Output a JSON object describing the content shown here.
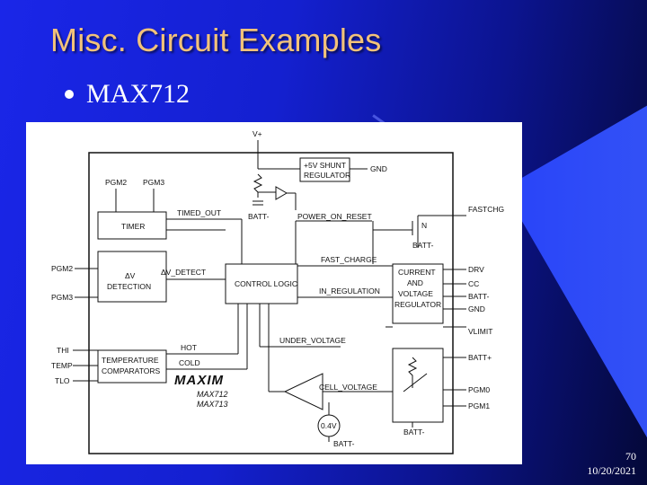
{
  "slide": {
    "title": "Misc. Circuit Examples",
    "bullet": "MAX712",
    "page_number": "70",
    "date": "10/20/2021"
  },
  "diagram": {
    "labels": {
      "vplus": "V+",
      "shunt1": "+5V SHUNT",
      "shunt2": "REGULATOR",
      "gnd_top": "GND",
      "pgm2_in": "PGM2",
      "pgm3_in": "PGM3",
      "timer": "TIMER",
      "timed_out": "TIMED_OUT",
      "batt_minus_a": "BATT-",
      "power_on_reset": "POWER_ON_RESET",
      "n_fet": "N",
      "batt_minus_b": "BATT-",
      "fastchg": "FASTCHG",
      "pgm2_left": "PGM2",
      "pgm3_left": "PGM3",
      "dv1": "ΔV",
      "dv2": "DETECTION",
      "dv_detect": "ΔV_DETECT",
      "control_logic": "CONTROL LOGIC",
      "fast_charge": "FAST_CHARGE",
      "in_regulation": "IN_REGULATION",
      "cv1": "CURRENT",
      "cv2": "AND",
      "cv3": "VOLTAGE",
      "cv4": "REGULATOR",
      "drv": "DRV",
      "cc": "CC",
      "batt_minus_right": "BATT-",
      "gnd_right": "GND",
      "vlimit": "VLIMIT",
      "under_voltage": "UNDER_VOLTAGE",
      "thi": "THI",
      "temp": "TEMP",
      "tlo": "TLO",
      "tc1": "TEMPERATURE",
      "tc2": "COMPARATORS",
      "hot": "HOT",
      "cold": "COLD",
      "brand": "MAXIM",
      "part1": "MAX712",
      "part2": "MAX713",
      "cell_voltage": "CELL_VOLTAGE",
      "vref": "0.4V",
      "batt_minus_bottom": "BATT-",
      "batt_plus": "BATT+",
      "pgm0": "PGM0",
      "pgm1": "PGM1",
      "batt_minus_box": "BATT-"
    }
  }
}
